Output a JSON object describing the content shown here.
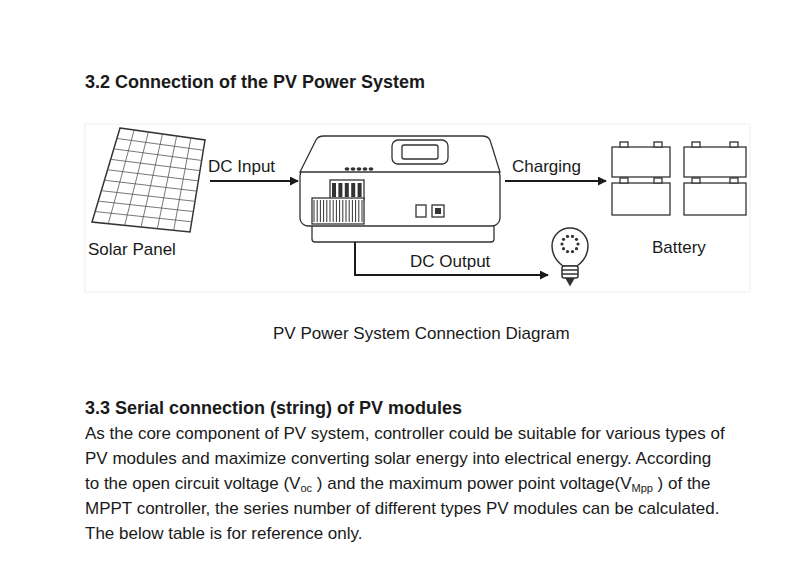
{
  "diagram": {
    "title": "3.2 Connection of the PV Power System",
    "caption": "PV Power System Connection Diagram",
    "nodes": [
      {
        "text": [
          "Solar Panel"
        ]
      },
      {
        "text": [
          "Battery"
        ]
      }
    ],
    "labels": [
      "DC Input",
      "Charging",
      "DC Output",
      "3.3 Serial connection (string) of PV modules",
      "As the core component of PV system, controller could be suitable for various types of PV modules and maximize converting solar energy into electrical energy. According to the open circuit voltage (V",
      "oc",
      " ) and the maximum power point voltage(V",
      "Mpp",
      " ) of the MPPT controller, the series number of different types PV modules can be calculated. The below table is for reference only."
    ]
  }
}
